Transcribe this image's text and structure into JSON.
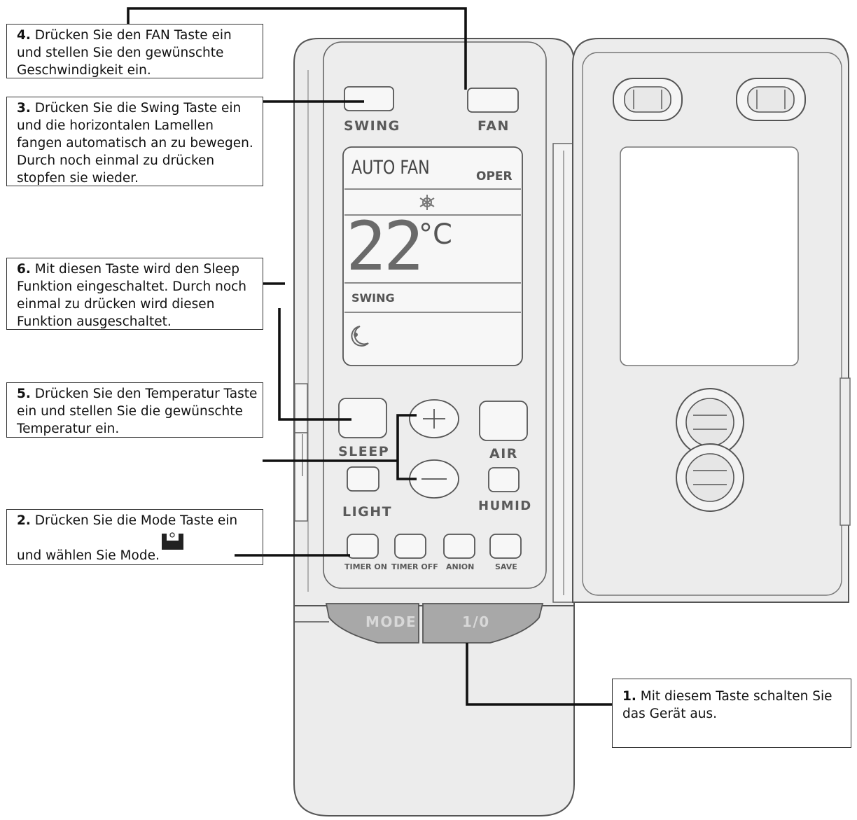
{
  "callouts": [
    {
      "id": "4",
      "num": "4.",
      "lines": [
        "Drücken Sie den FAN Taste ein",
        "und stellen Sie den gewünschte",
        "Geschwindigkeit ein."
      ]
    },
    {
      "id": "3",
      "num": "3.",
      "lines": [
        "Drücken Sie die Swing Taste ein",
        "und die horizontalen Lamellen",
        "fangen automatisch an zu bewegen.",
        "Durch noch einmal zu drücken",
        "stopfen sie wieder."
      ]
    },
    {
      "id": "6",
      "num": "6.",
      "lines": [
        "Mit diesen Taste wird den Sleep",
        "Funktion eingeschaltet. Durch noch",
        "einmal zu drücken wird diesen",
        "Funktion ausgeschaltet."
      ]
    },
    {
      "id": "5",
      "num": "5.",
      "lines": [
        "Drücken Sie den Temperatur Taste",
        "ein und stellen Sie die gewünschte",
        "Temperatur ein."
      ]
    },
    {
      "id": "2",
      "num": "2.",
      "lines": [
        "Drücken Sie die Mode Taste ein",
        "",
        "und wählen Sie Mode."
      ]
    },
    {
      "id": "1",
      "num": "1.",
      "lines": [
        "Mit diesem Taste schalten Sie",
        "das Gerät aus."
      ]
    }
  ],
  "remote": {
    "top_buttons": {
      "swing": "SWING",
      "fan": "FAN"
    },
    "display": {
      "mode": "AUTO FAN",
      "oper": "OPER",
      "temperature": "22",
      "unit": "°C",
      "swing": "SWING"
    },
    "buttons": {
      "sleep": "SLEEP",
      "air": "AIR",
      "light": "LIGHT",
      "humid": "HUMID",
      "plus": "+",
      "minus": "−"
    },
    "small_buttons": [
      "TIMER ON",
      "TIMER OFF",
      "ANION",
      "SAVE"
    ],
    "bottom_buttons": {
      "mode": "MODE",
      "power": "1/0"
    }
  },
  "colors": {
    "body": "#ececec",
    "outline": "#555555",
    "label": "#5a5a5a",
    "leader": "#111111",
    "bottom_button": "#a8a8a8"
  }
}
